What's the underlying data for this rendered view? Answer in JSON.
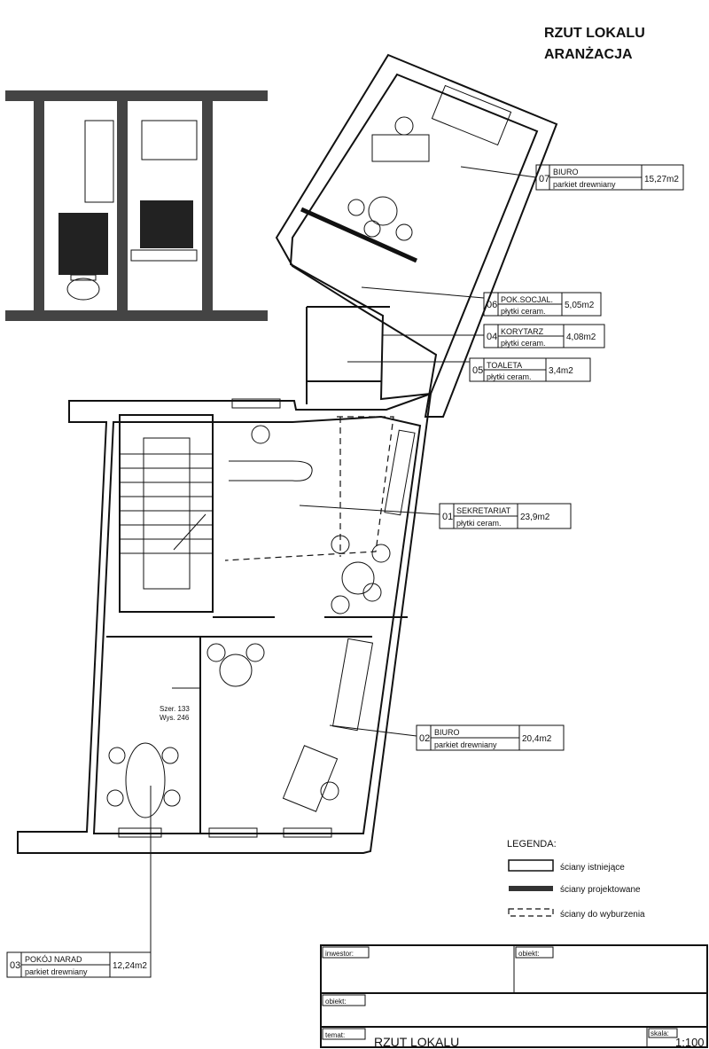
{
  "title": {
    "line1": "RZUT LOKALU",
    "line2": "ARANŻACJA"
  },
  "rooms": [
    {
      "number": "07",
      "name": "BIURO",
      "finish": "parkiet drewniany",
      "area": "15,27m2"
    },
    {
      "number": "06",
      "name": "POK.SOCJAL.",
      "finish": "płytki ceram.",
      "area": "5,05m2"
    },
    {
      "number": "04",
      "name": "KORYTARZ",
      "finish": "płytki ceram.",
      "area": "4,08m2"
    },
    {
      "number": "05",
      "name": "TOALETA",
      "finish": "płytki ceram.",
      "area": "3,4m2"
    },
    {
      "number": "01",
      "name": "SEKRETARIAT",
      "finish": "płytki ceram.",
      "area": "23,9m2"
    },
    {
      "number": "02",
      "name": "BIURO",
      "finish": "parkiet drewniany",
      "area": "20,4m2"
    },
    {
      "number": "03",
      "name": "POKÓJ NARAD",
      "finish": "parkiet drewniany",
      "area": "12,24m2"
    }
  ],
  "door_note": {
    "width": "Szer. 133",
    "height": "Wys. 246"
  },
  "legend": {
    "title": "LEGENDA:",
    "items": [
      {
        "style": "existing",
        "label": "ściany istniejące"
      },
      {
        "style": "designed",
        "label": "ściany projektowane"
      },
      {
        "style": "demolish",
        "label": "ściany do wyburzenia"
      }
    ]
  },
  "title_block": {
    "investor_label": "inwestor:",
    "object_label": "obiekt:",
    "object2_label": "obiekt:",
    "subject_label": "temat:",
    "subject_value": "RZUT LOKALU",
    "scale_label": "skala:",
    "scale_value": "1:100"
  }
}
